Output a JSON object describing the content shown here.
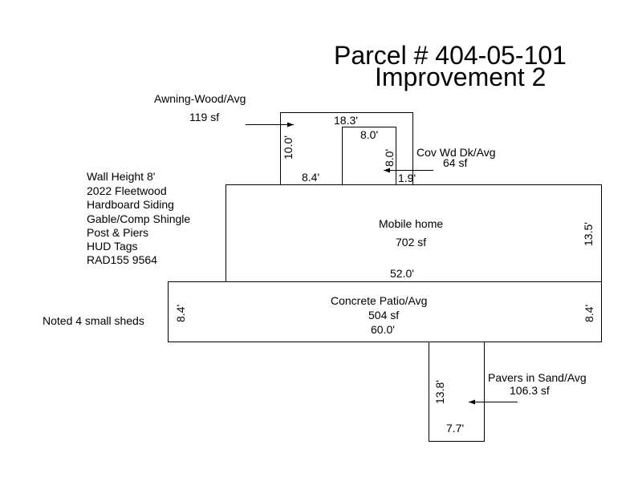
{
  "title": {
    "line1": "Parcel # 404-05-101",
    "line2": "Improvement 2"
  },
  "notes": [
    "Wall Height 8'",
    "2022 Fleetwood",
    "Hardboard Siding",
    "Gable/Comp Shingle",
    "Post & Piers",
    "HUD Tags",
    "RAD155 9564"
  ],
  "side_note": "Noted 4 small sheds",
  "awning": {
    "label": "Awning-Wood/Avg",
    "area": "119 sf",
    "width": "18.3'",
    "depth": "10.0'"
  },
  "deck": {
    "label": "Cov Wd Dk/Avg",
    "area": "64 sf",
    "width": "8.0'",
    "depth": "8.0'",
    "left_offset": "8.4'",
    "right_offset": "1.9'"
  },
  "mobile_home": {
    "label": "Mobile home",
    "area": "702 sf",
    "width": "52.0'",
    "depth": "13.5'"
  },
  "patio": {
    "label": "Concrete Patio/Avg",
    "area": "504 sf",
    "width": "60.0'",
    "depth_left": "8.4'",
    "depth_right": "8.4'"
  },
  "pavers": {
    "label": "Pavers in Sand/Avg",
    "area": "106.3 sf",
    "depth": "13.8'",
    "width": "7.7'"
  }
}
